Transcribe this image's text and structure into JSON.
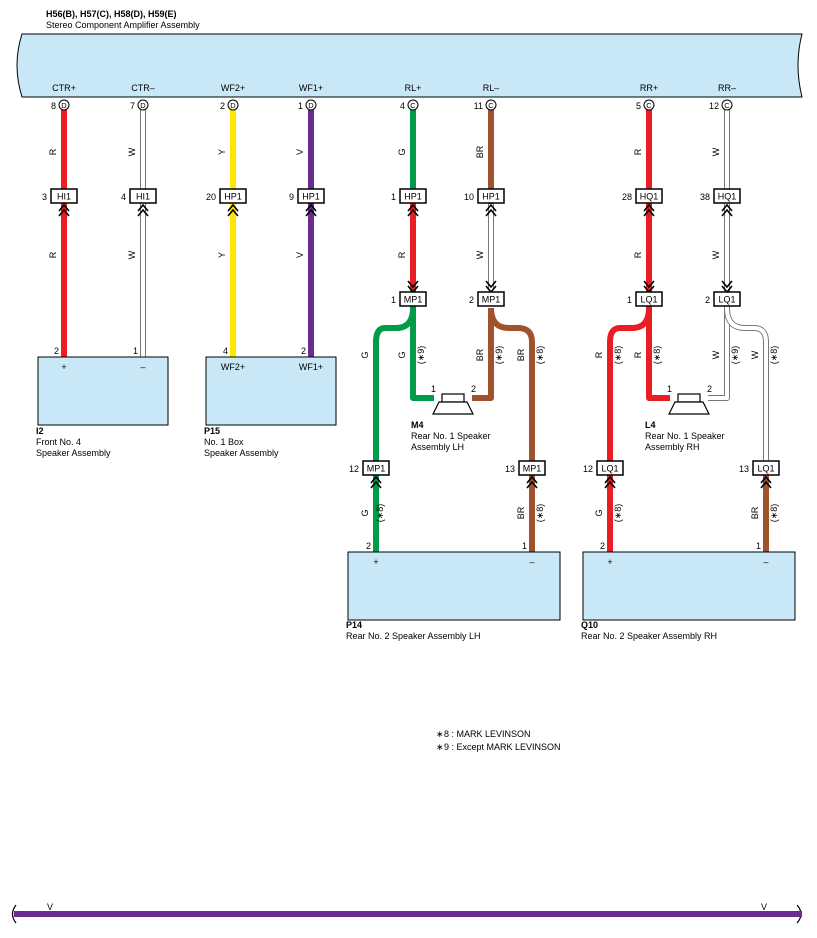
{
  "header": {
    "codes": "H56(B), H57(C), H58(D), H59(E)",
    "name": "Stereo Component Amplifier Assembly"
  },
  "pins": [
    {
      "num": "8",
      "conn": "D",
      "label": "CTR+"
    },
    {
      "num": "7",
      "conn": "D",
      "label": "CTR–"
    },
    {
      "num": "2",
      "conn": "D",
      "label": "WF2+"
    },
    {
      "num": "1",
      "conn": "D",
      "label": "WF1+"
    },
    {
      "num": "4",
      "conn": "C",
      "label": "RL+"
    },
    {
      "num": "11",
      "conn": "C",
      "label": "RL–"
    },
    {
      "num": "5",
      "conn": "C",
      "label": "RR+"
    },
    {
      "num": "12",
      "conn": "C",
      "label": "RR–"
    }
  ],
  "inline_connectors": [
    {
      "num": "3",
      "name": "HI1"
    },
    {
      "num": "4",
      "name": "HI1"
    },
    {
      "num": "20",
      "name": "HP1"
    },
    {
      "num": "9",
      "name": "HP1"
    },
    {
      "num": "1",
      "name": "HP1"
    },
    {
      "num": "10",
      "name": "HP1"
    },
    {
      "num": "28",
      "name": "HQ1"
    },
    {
      "num": "38",
      "name": "HQ1"
    },
    {
      "num": "1",
      "name": "MP1"
    },
    {
      "num": "2",
      "name": "MP1"
    },
    {
      "num": "1",
      "name": "LQ1"
    },
    {
      "num": "2",
      "name": "LQ1"
    },
    {
      "num": "12",
      "name": "MP1"
    },
    {
      "num": "13",
      "name": "MP1"
    },
    {
      "num": "12",
      "name": "LQ1"
    },
    {
      "num": "13",
      "name": "LQ1"
    }
  ],
  "wire_colors": {
    "R": "#ec1c24",
    "W": "#ffffff",
    "Y": "#ffe600",
    "V": "#6a2c91",
    "G": "#009c48",
    "BR": "#a0522d"
  },
  "wire_labels": {
    "r": "R",
    "w": "W",
    "y": "Y",
    "v": "V",
    "g": "G",
    "br": "BR",
    "n8": "(∗8)",
    "n9": "(∗9)"
  },
  "components": {
    "i2": {
      "code": "I2",
      "line1": "Front No.  4",
      "line2": "Speaker Assembly",
      "pin_a": "2",
      "pin_b": "1",
      "term_a": "+",
      "term_b": "–"
    },
    "p15": {
      "code": "P15",
      "line1": "No.  1 Box",
      "line2": "Speaker Assembly",
      "pin_a": "4",
      "pin_b": "2",
      "term_a": "WF2+",
      "term_b": "WF1+"
    },
    "m4": {
      "code": "M4",
      "line1": "Rear No.  1 Speaker",
      "line2": "Assembly LH",
      "pin_a": "1",
      "pin_b": "2"
    },
    "l4": {
      "code": "L4",
      "line1": "Rear No.  1 Speaker",
      "line2": "Assembly RH",
      "pin_a": "1",
      "pin_b": "2"
    },
    "p14": {
      "code": "P14",
      "line1": "Rear No.  2 Speaker Assembly LH",
      "pin_a": "2",
      "pin_b": "1",
      "term_a": "+",
      "term_b": "–"
    },
    "q10": {
      "code": "Q10",
      "line1": "Rear No.  2 Speaker Assembly RH",
      "pin_a": "2",
      "pin_b": "1",
      "term_a": "+",
      "term_b": "–"
    }
  },
  "notes": [
    {
      "marker": "∗",
      "text": "8 : MARK LEVINSON"
    },
    {
      "marker": "∗",
      "text": "9 : Except MARK LEVINSON"
    }
  ],
  "bottom_bar": {
    "left": "V",
    "right": "V",
    "color": "#6a2c91"
  },
  "colors": {
    "box_fill": "#c8e8f8",
    "outline": "#000000"
  }
}
